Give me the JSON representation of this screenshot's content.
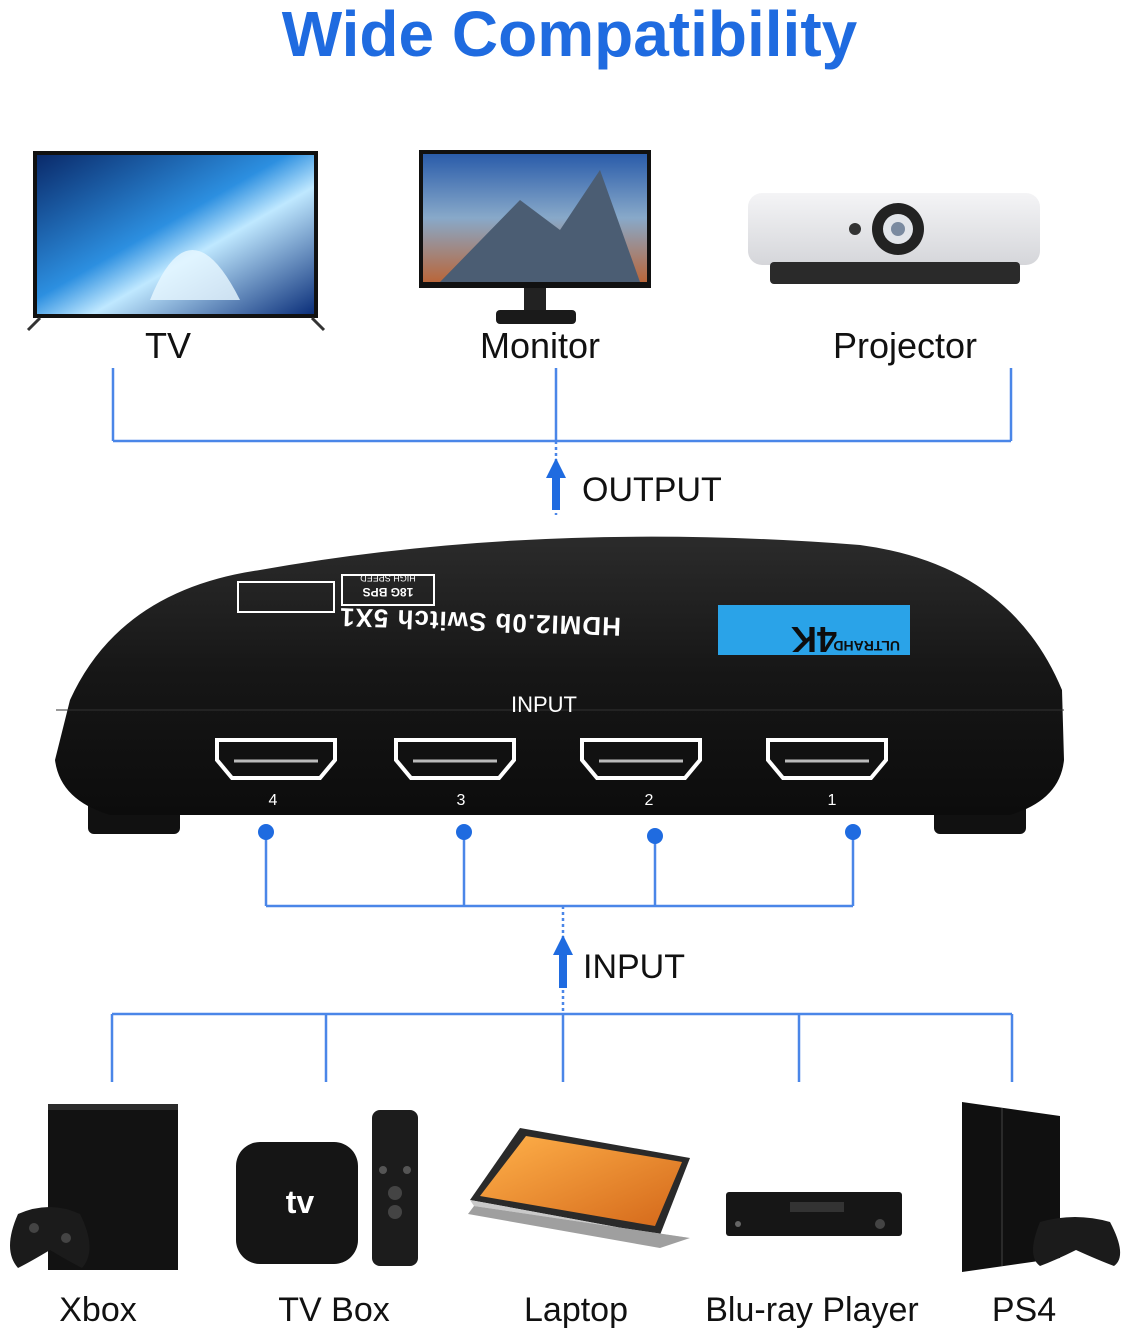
{
  "title": "Wide Compatibility",
  "accent_color": "#1f6be0",
  "output_devices": [
    {
      "label": "TV",
      "icon": "tv-icon"
    },
    {
      "label": "Monitor",
      "icon": "monitor-icon"
    },
    {
      "label": "Projector",
      "icon": "projector-icon"
    }
  ],
  "output_label": "OUTPUT",
  "input_label": "INPUT",
  "switch": {
    "model_text": "HDMI2.0b Switch 5X1",
    "badge_4k": "4K",
    "badge_ultrahd": "ULTRAHD",
    "badge_speed": "18G BPS",
    "badge_high_speed": "HIGH SPEED",
    "panel_input_label": "INPUT",
    "ports": [
      "4",
      "3",
      "2",
      "1"
    ]
  },
  "input_devices": [
    {
      "label": "Xbox",
      "icon": "xbox-icon"
    },
    {
      "label": "TV Box",
      "icon": "tv-box-icon",
      "logo_text": "tv"
    },
    {
      "label": "Laptop",
      "icon": "laptop-icon"
    },
    {
      "label": "Blu-ray Player",
      "icon": "bluray-player-icon"
    },
    {
      "label": "PS4",
      "icon": "ps4-icon"
    }
  ]
}
